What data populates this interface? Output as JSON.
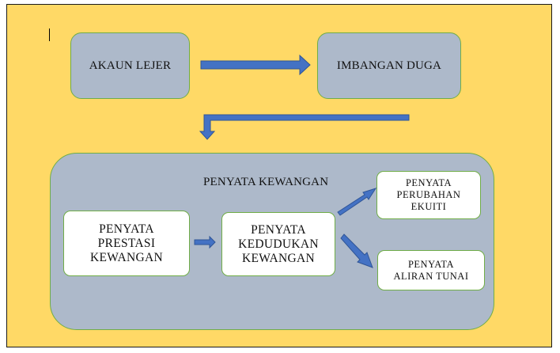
{
  "diagram": {
    "colors": {
      "background": "#FFD966",
      "box_fill": "#ADB9CA",
      "box_border": "#70AD47",
      "arrow_fill": "#4472C4",
      "arrow_stroke": "#2F5597"
    },
    "nodes": {
      "akaun_lejer": "AKAUN LEJER",
      "imbangan_duga": "IMBANGAN DUGA",
      "penyata_kewangan": "PENYATA KEWANGAN",
      "prestasi": [
        "PENYATA",
        "PRESTASI",
        "KEWANGAN"
      ],
      "kedudukan": [
        "PENYATA",
        "KEDUDUKAN",
        "KEWANGAN"
      ],
      "ekuiti": [
        "PENYATA",
        "PERUBAHAN",
        "EKUITI"
      ],
      "aliran": [
        "PENYATA",
        "ALIRAN TUNAI"
      ]
    }
  }
}
